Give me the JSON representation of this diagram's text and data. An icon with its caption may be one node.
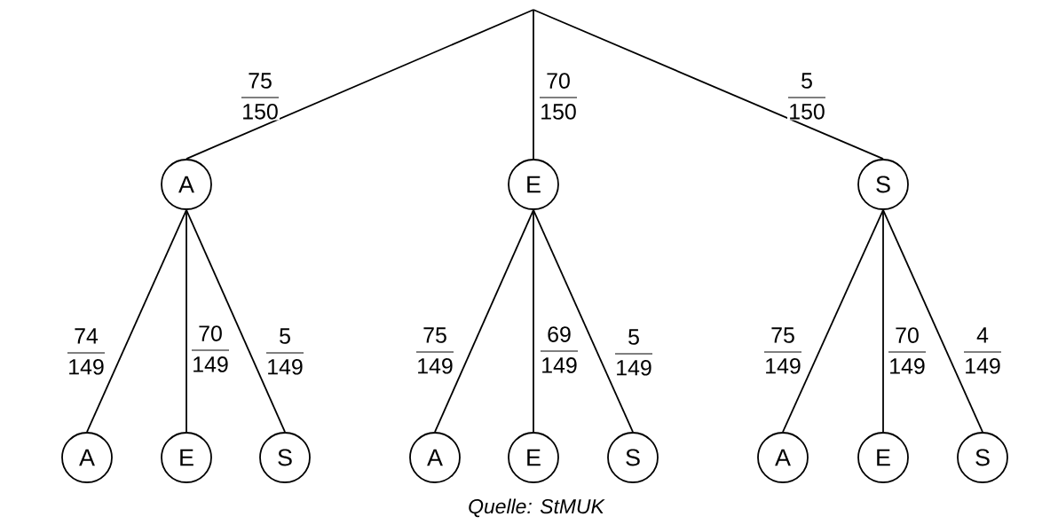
{
  "diagram": {
    "caption": "Quelle: StMUK",
    "nodes": [
      {
        "text": [
          "A"
        ]
      },
      {
        "text": [
          "E"
        ]
      },
      {
        "text": [
          "S"
        ]
      },
      {
        "text": [
          "A"
        ]
      },
      {
        "text": [
          "E"
        ]
      },
      {
        "text": [
          "S"
        ]
      },
      {
        "text": [
          "A"
        ]
      },
      {
        "text": [
          "E"
        ]
      },
      {
        "text": [
          "S"
        ]
      },
      {
        "text": [
          "A"
        ]
      },
      {
        "text": [
          "E"
        ]
      },
      {
        "text": [
          "S"
        ]
      }
    ],
    "edges": [
      {
        "from": null,
        "to": 0,
        "arrow": "none",
        "label": "75 150"
      },
      {
        "from": null,
        "to": 1,
        "arrow": "none",
        "label": "70 150"
      },
      {
        "from": null,
        "to": 2,
        "arrow": "none",
        "label": "5 150"
      },
      {
        "from": 0,
        "to": 3,
        "arrow": "none",
        "label": "74 149"
      },
      {
        "from": 0,
        "to": 4,
        "arrow": "none",
        "label": "70 149"
      },
      {
        "from": 0,
        "to": 5,
        "arrow": "none",
        "label": "5 149"
      },
      {
        "from": 1,
        "to": 6,
        "arrow": "none",
        "label": "75 149"
      },
      {
        "from": 1,
        "to": 7,
        "arrow": "none",
        "label": "69 149"
      },
      {
        "from": 1,
        "to": 8,
        "arrow": "none",
        "label": "5 149"
      },
      {
        "from": 2,
        "to": 9,
        "arrow": "none",
        "label": "75 149"
      },
      {
        "from": 2,
        "to": 10,
        "arrow": "none",
        "label": "70 149"
      },
      {
        "from": 2,
        "to": 11,
        "arrow": "none",
        "label": "4 149"
      }
    ]
  }
}
